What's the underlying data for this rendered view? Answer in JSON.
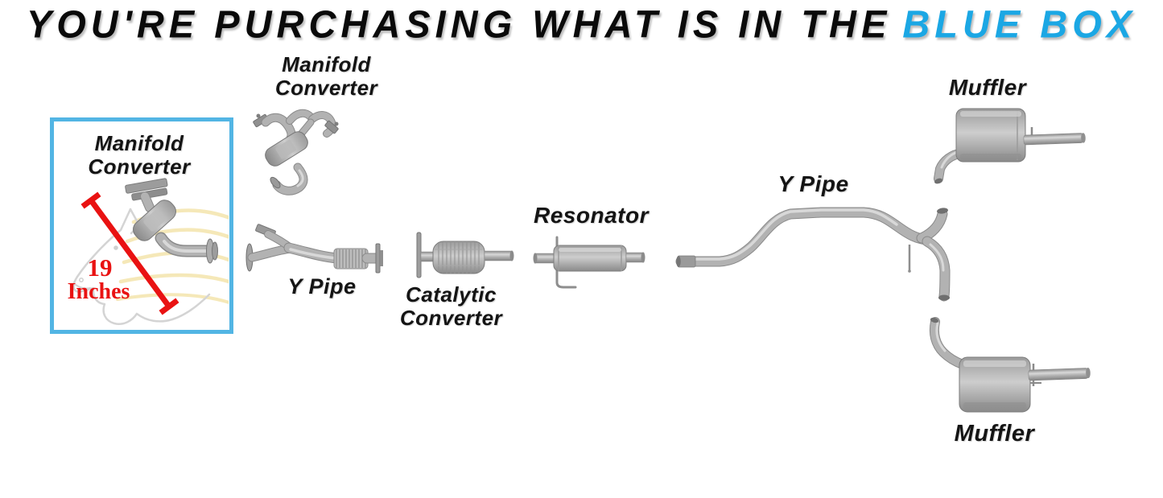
{
  "title": {
    "text_black": "YOU'RE PURCHASING WHAT IS IN THE",
    "text_blue": "BLUE BOX",
    "blue_color": "#1ba7e4"
  },
  "blue_box": {
    "border_color": "#52b5e4",
    "label": {
      "line1": "Manifold",
      "line2": "Converter"
    },
    "measurement": {
      "value": "19",
      "unit": "Inches",
      "color": "#e91212"
    },
    "watermark_icon": "horse-head-watermark"
  },
  "parts": [
    {
      "id": "manifold-converter-top",
      "label_lines": [
        "Manifold",
        "Converter"
      ]
    },
    {
      "id": "y-pipe-front",
      "label_lines": [
        "Y Pipe"
      ]
    },
    {
      "id": "catalytic-converter",
      "label_lines": [
        "Catalytic",
        "Converter"
      ]
    },
    {
      "id": "resonator",
      "label_lines": [
        "Resonator"
      ]
    },
    {
      "id": "y-pipe-rear",
      "label_lines": [
        "Y Pipe"
      ]
    },
    {
      "id": "muffler-top",
      "label_lines": [
        "Muffler"
      ]
    },
    {
      "id": "muffler-bottom",
      "label_lines": [
        "Muffler"
      ]
    }
  ],
  "colors": {
    "metal_gray": "#a9a9a9",
    "label_text": "#141414",
    "background": "#ffffff"
  }
}
